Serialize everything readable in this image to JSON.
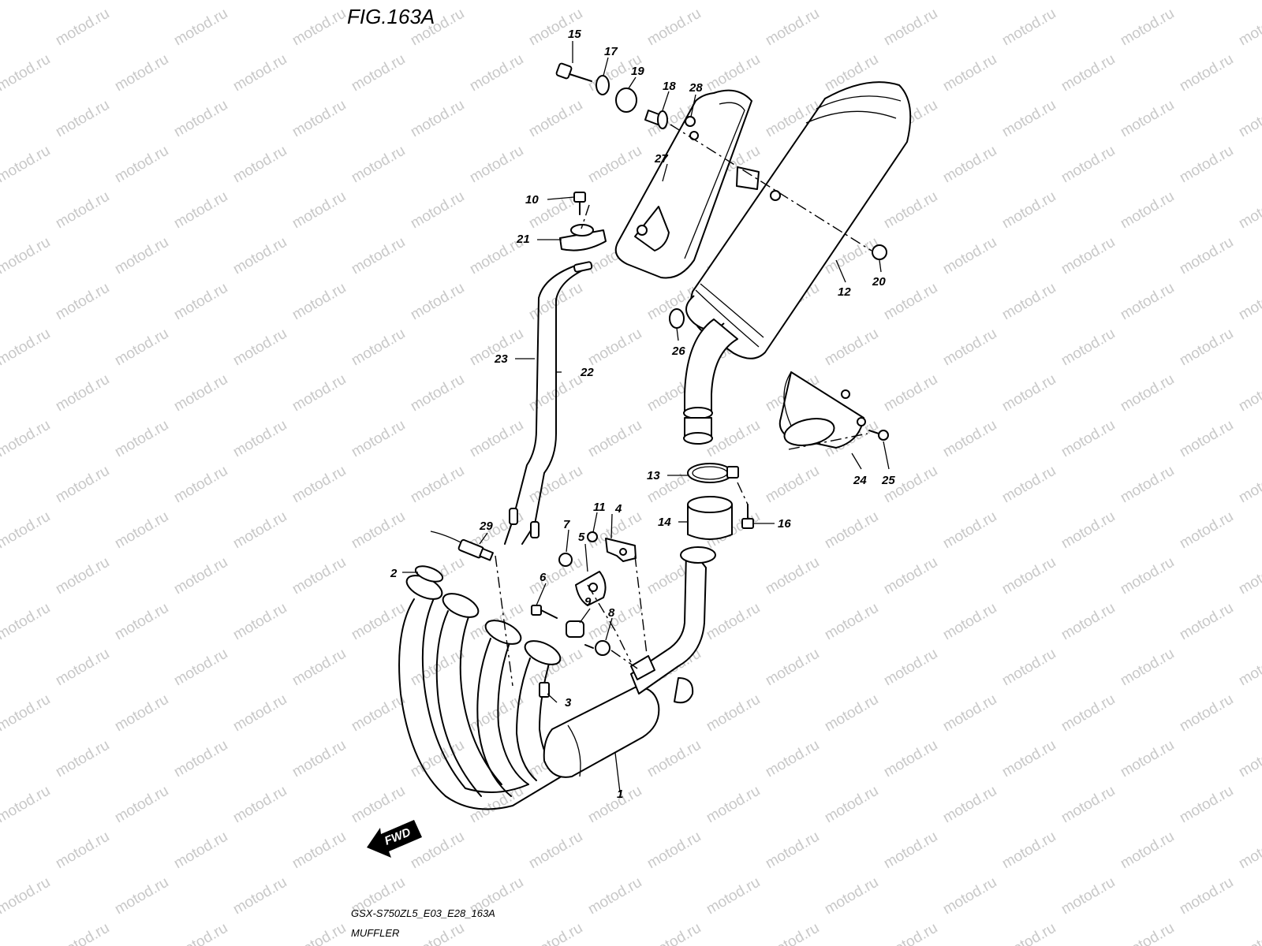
{
  "figure": {
    "title": "FIG.163A",
    "code": "GSX-S750ZL5_E03_E28_163A",
    "name": "MUFFLER",
    "direction_label": "FWD",
    "watermark": "motod.ru"
  },
  "callouts": [
    {
      "id": "1",
      "label": "1"
    },
    {
      "id": "2",
      "label": "2"
    },
    {
      "id": "3",
      "label": "3"
    },
    {
      "id": "4",
      "label": "4"
    },
    {
      "id": "5",
      "label": "5"
    },
    {
      "id": "6",
      "label": "6"
    },
    {
      "id": "7",
      "label": "7"
    },
    {
      "id": "8",
      "label": "8"
    },
    {
      "id": "9",
      "label": "9"
    },
    {
      "id": "10",
      "label": "10"
    },
    {
      "id": "11",
      "label": "11"
    },
    {
      "id": "12",
      "label": "12"
    },
    {
      "id": "13",
      "label": "13"
    },
    {
      "id": "14",
      "label": "14"
    },
    {
      "id": "15",
      "label": "15"
    },
    {
      "id": "16",
      "label": "16"
    },
    {
      "id": "17",
      "label": "17"
    },
    {
      "id": "18",
      "label": "18"
    },
    {
      "id": "19",
      "label": "19"
    },
    {
      "id": "20",
      "label": "20"
    },
    {
      "id": "21",
      "label": "21"
    },
    {
      "id": "22",
      "label": "22"
    },
    {
      "id": "23",
      "label": "23"
    },
    {
      "id": "24",
      "label": "24"
    },
    {
      "id": "25",
      "label": "25"
    },
    {
      "id": "26",
      "label": "26"
    },
    {
      "id": "27",
      "label": "27"
    },
    {
      "id": "28",
      "label": "28"
    },
    {
      "id": "29",
      "label": "29"
    }
  ]
}
